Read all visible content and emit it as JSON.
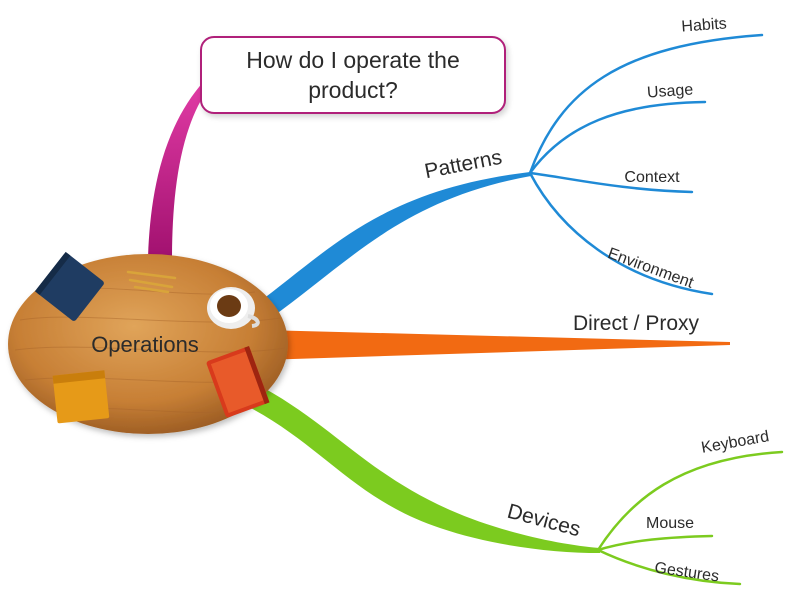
{
  "central": {
    "label": "Operations"
  },
  "callout": {
    "text": "How do I operate the product?"
  },
  "branches": {
    "patterns": {
      "label": "Patterns",
      "color": "#1f8ad6",
      "children": [
        "Habits",
        "Usage",
        "Context",
        "Environment"
      ]
    },
    "direct_proxy": {
      "label": "Direct / Proxy",
      "color": "#f26a12"
    },
    "devices": {
      "label": "Devices",
      "color": "#7ccb1f",
      "children": [
        "Keyboard",
        "Mouse",
        "Gestures"
      ]
    },
    "callout_branch": {
      "color": "#c0168a"
    }
  },
  "icons": [
    "notebook-icon",
    "pencils-icon",
    "coffee-cup-icon",
    "red-book-icon",
    "yellow-notepad-icon"
  ]
}
